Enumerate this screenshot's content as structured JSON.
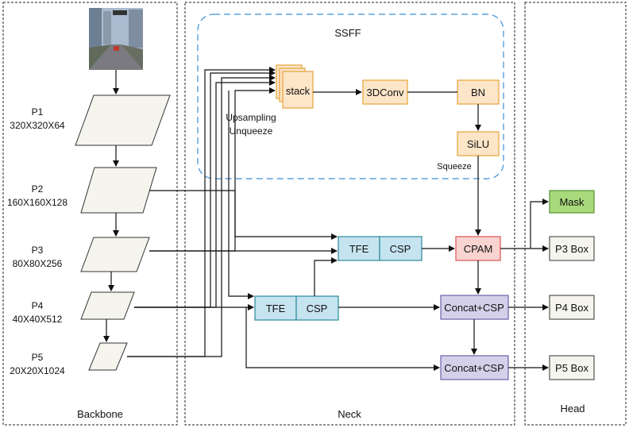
{
  "sections": {
    "backbone": "Backbone",
    "neck": "Neck",
    "head": "Head",
    "ssff": "SSFF"
  },
  "backbone_levels": [
    {
      "name": "P1",
      "dims": "320X320X64"
    },
    {
      "name": "P2",
      "dims": "160X160X128"
    },
    {
      "name": "P3",
      "dims": "80X80X256"
    },
    {
      "name": "P4",
      "dims": "40X40X512"
    },
    {
      "name": "P5",
      "dims": "20X20X1024"
    }
  ],
  "ssff": {
    "stack": "stack",
    "conv3d": "3DConv",
    "bn": "BN",
    "silu": "SiLU",
    "upsampling": "Upsampling",
    "unqueeze": "Unqueeze",
    "squeeze": "Squeeze"
  },
  "neck": {
    "tfe": "TFE",
    "csp": "CSP",
    "cpam": "CPAM",
    "concat_csp": "Concat+CSP"
  },
  "head": {
    "mask": "Mask",
    "p3_box": "P3 Box",
    "p4_box": "P4 Box",
    "p5_box": "P5 Box"
  },
  "colors": {
    "ssff_block_fill": "#fde5c8",
    "ssff_block_stroke": "#e6a33a",
    "tfe_csp_fill": "#c6e3f0",
    "tfe_csp_stroke": "#2a8a9a",
    "cpam_fill": "#f8d3d0",
    "cpam_stroke": "#d9534f",
    "concat_fill": "#d5d0ea",
    "concat_stroke": "#6b63a8",
    "mask_fill": "#a8d97a",
    "mask_stroke": "#5a8f35",
    "box_fill": "#f5f5ee",
    "ssff_dash": "#3a8fd6",
    "road_sky": "#aabbd0",
    "road_ground": "#7a7a80"
  }
}
